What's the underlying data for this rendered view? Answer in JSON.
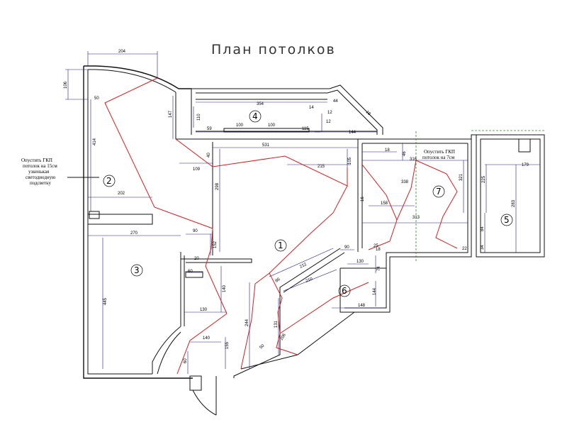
{
  "title": "План потолков",
  "rooms": [
    "1",
    "2",
    "3",
    "4",
    "5",
    "6",
    "7"
  ],
  "notes": {
    "left_line1": "Опустить ГКП",
    "left_line2": "потолок на 15см",
    "left_line3": "узкенькая",
    "left_line4": "светодиодную",
    "left_line5": "подсветку",
    "right_line1": "Опустить ГКП",
    "right_line2": "потолок на 7см"
  },
  "dims": {
    "d204": "204",
    "d106": "106",
    "d50": "50",
    "d414": "414",
    "d147": "147",
    "d110": "110",
    "d354": "354",
    "d14": "14",
    "d44": "44",
    "d12": "12",
    "d18": "18",
    "d59": "59",
    "d100a": "100",
    "d100b": "100",
    "d115": "115",
    "d12b": "12",
    "d144": "144",
    "d531": "531",
    "d109": "109",
    "d40": "40",
    "d215": "215",
    "d105": "105",
    "d202": "202",
    "d298": "298",
    "d18b": "18",
    "d46": "46",
    "d316": "316",
    "d321": "321",
    "d338": "338",
    "d158": "158",
    "d313": "313",
    "d16": "16",
    "d179": "179",
    "d225": "225",
    "d283": "283",
    "d84": "84",
    "d34": "34",
    "d22": "22",
    "d270": "270",
    "d90": "90",
    "d152": "152",
    "d20": "20",
    "d60": "60",
    "d445": "445",
    "d140": "140",
    "d130": "130",
    "d140b": "140",
    "d155": "155",
    "d60b": "60",
    "d86": "86",
    "d212": "212",
    "d210": "210",
    "d90b": "90",
    "d130b": "130",
    "d74": "74",
    "d144b": "144",
    "d148": "148",
    "d244": "244",
    "d131": "131",
    "d50b": "50",
    "d206": "206",
    "d18c": "18",
    "d25": "25"
  }
}
